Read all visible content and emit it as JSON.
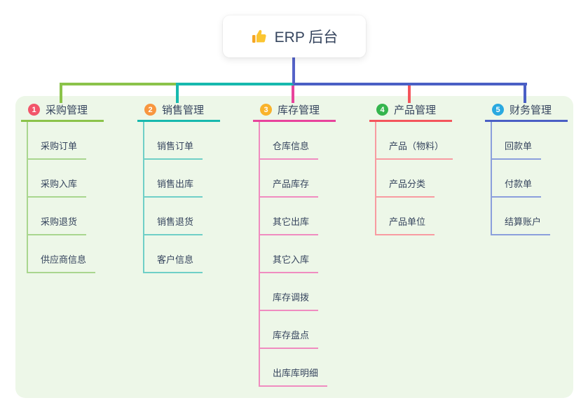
{
  "root": {
    "title": "ERP 后台",
    "icon": "thumbs-up-icon"
  },
  "colors": {
    "canvas": "#ffffff",
    "panel": "#edf7e8",
    "text": "#36455e",
    "root_line": "#5563c8"
  },
  "branches": [
    {
      "badge": "1",
      "label": "采购管理",
      "colors": {
        "badge": "#f2566a",
        "main": "#8bc34a",
        "sub": "#a9d68e"
      },
      "children": [
        "采购订单",
        "采购入库",
        "采购退货",
        "供应商信息"
      ]
    },
    {
      "badge": "2",
      "label": "销售管理",
      "colors": {
        "badge": "#f8963f",
        "main": "#17b9ae",
        "sub": "#6fcfc7"
      },
      "children": [
        "销售订单",
        "销售出库",
        "销售退货",
        "客户信息"
      ]
    },
    {
      "badge": "3",
      "label": "库存管理",
      "colors": {
        "badge": "#f9b32b",
        "main": "#e8439c",
        "sub": "#f08cc0"
      },
      "children": [
        "仓库信息",
        "产品库存",
        "其它出库",
        "其它入库",
        "库存调拨",
        "库存盘点",
        "出库库明细"
      ]
    },
    {
      "badge": "4",
      "label": "产品管理",
      "colors": {
        "badge": "#35b54e",
        "main": "#f4555c",
        "sub": "#f89ba1"
      },
      "children": [
        "产品（物料）",
        "产品分类",
        "产品单位"
      ]
    },
    {
      "badge": "5",
      "label": "财务管理",
      "colors": {
        "badge": "#2aa9e0",
        "main": "#4a5fc5",
        "sub": "#8b9fdc"
      },
      "children": [
        "回款单",
        "付款单",
        "结算账户"
      ]
    }
  ]
}
